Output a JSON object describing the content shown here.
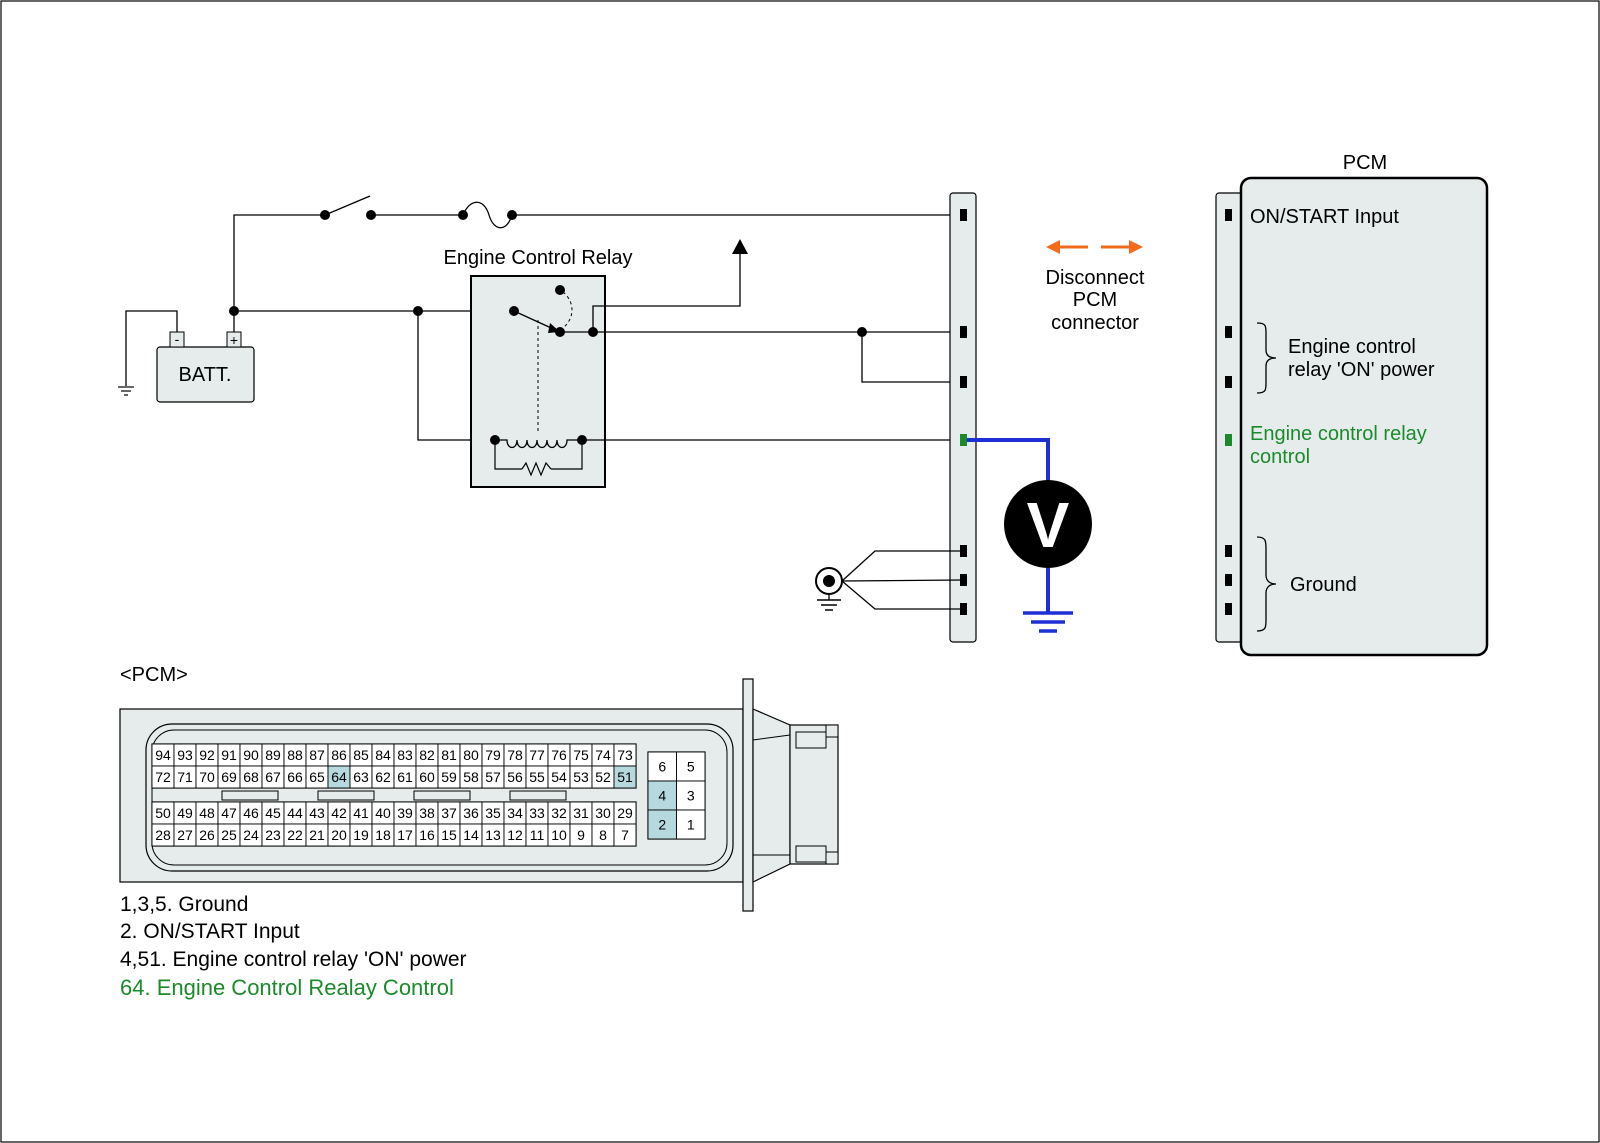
{
  "circuit": {
    "battery_label": "BATT.",
    "battery_minus": "-",
    "battery_plus": "+",
    "relay_title": "Engine Control Relay",
    "disconnect_note": [
      "Disconnect",
      "PCM",
      "connector"
    ],
    "meter_symbol": "V"
  },
  "pcm_box": {
    "title": "PCM",
    "on_start": "ON/START Input",
    "relay_power": [
      "Engine control",
      "relay 'ON' power"
    ],
    "relay_control": [
      "Engine control relay",
      "control"
    ],
    "ground": "Ground"
  },
  "connector": {
    "title": "<PCM>",
    "row1": [
      "94",
      "93",
      "92",
      "91",
      "90",
      "89",
      "88",
      "87",
      "86",
      "85",
      "84",
      "83",
      "82",
      "81",
      "80",
      "79",
      "78",
      "77",
      "76",
      "75",
      "74",
      "73"
    ],
    "row2": [
      "72",
      "71",
      "70",
      "69",
      "68",
      "67",
      "66",
      "65",
      "64",
      "63",
      "62",
      "61",
      "60",
      "59",
      "58",
      "57",
      "56",
      "55",
      "54",
      "53",
      "52",
      "51"
    ],
    "row3": [
      "50",
      "49",
      "48",
      "47",
      "46",
      "45",
      "44",
      "43",
      "42",
      "41",
      "40",
      "39",
      "38",
      "37",
      "36",
      "35",
      "34",
      "33",
      "32",
      "31",
      "30",
      "29"
    ],
    "row4": [
      "28",
      "27",
      "26",
      "25",
      "24",
      "23",
      "22",
      "21",
      "20",
      "19",
      "18",
      "17",
      "16",
      "15",
      "14",
      "13",
      "12",
      "11",
      "10",
      "9",
      "8",
      "7"
    ],
    "small_block": [
      [
        "6",
        "5"
      ],
      [
        "4",
        "3"
      ],
      [
        "2",
        "1"
      ]
    ],
    "highlighted_pins": [
      "64",
      "51",
      "4",
      "2"
    ],
    "highlight_color": "#b5d9df"
  },
  "legend": {
    "ground": "1,3,5. Ground",
    "on_start": "2. ON/START Input",
    "relay_power": "4,51. Engine control relay 'ON' power",
    "relay_control": "64. Engine Control Realay Control"
  },
  "colors": {
    "meter_wire": "#1f2fd6",
    "arrow": "#f26a1b",
    "control_signal": "#1b8a2a",
    "panel_fill": "#e6ecec"
  }
}
